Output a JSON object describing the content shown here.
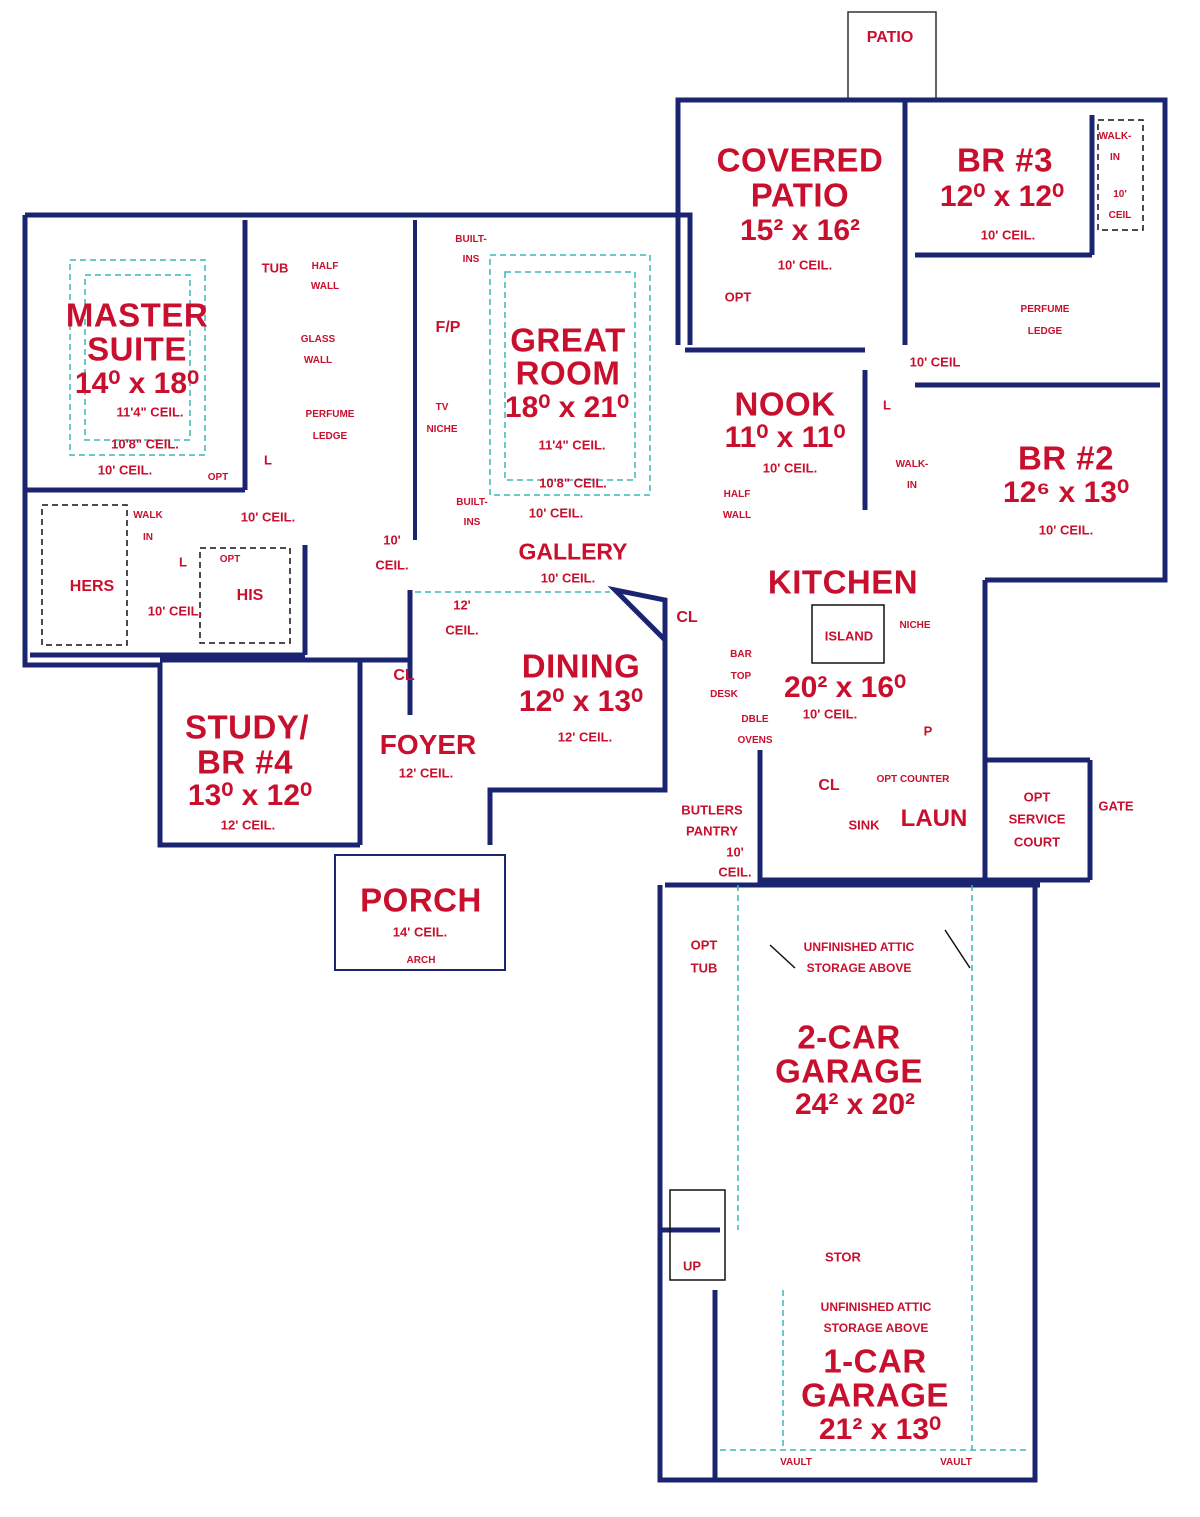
{
  "colors": {
    "wall": "#1b2470",
    "label": "#c8102e",
    "ceiling_guide": "#3fb6b6"
  },
  "rooms": {
    "patio": {
      "name": "PATIO"
    },
    "covered_patio": {
      "name_1": "COVERED",
      "name_2": "PATIO",
      "dims": "15² x 16²",
      "ceil": "10' CEIL.",
      "opt": "OPT"
    },
    "br3": {
      "name": "BR #3",
      "dims": "12⁰ x 12⁰",
      "ceil": "10' CEIL.",
      "walkin_1": "WALK-",
      "walkin_2": "IN",
      "walkin_ceil_1": "10'",
      "walkin_ceil_2": "CEIL",
      "perfume_1": "PERFUME",
      "perfume_2": "LEDGE",
      "hall_ceil": "10' CEIL"
    },
    "master": {
      "name_1": "MASTER",
      "name_2": "SUITE",
      "dims": "14⁰ x 18⁰",
      "ceil_1": "11'4\" CEIL.",
      "ceil_2": "10'8\" CEIL.",
      "ceil_3": "10' CEIL.",
      "opt": "OPT"
    },
    "master_bath": {
      "tub": "TUB",
      "half_wall_1": "HALF",
      "half_wall_2": "WALL",
      "glass_wall_1": "GLASS",
      "glass_wall_2": "WALL",
      "perfume_1": "PERFUME",
      "perfume_2": "LEDGE",
      "linen": "L",
      "ceil": "10' CEIL."
    },
    "great_room": {
      "name_1": "GREAT",
      "name_2": "ROOM",
      "dims": "18⁰ x 21⁰",
      "ceil_1": "11'4\" CEIL.",
      "ceil_2": "10'8\" CEIL.",
      "ceil_3": "10' CEIL.",
      "builtins_top_1": "BUILT-",
      "builtins_top_2": "INS",
      "fireplace": "F/P",
      "tv_1": "TV",
      "tv_2": "NICHE",
      "builtins_bottom_1": "BUILT-",
      "builtins_bottom_2": "INS"
    },
    "nook": {
      "name": "NOOK",
      "dims": "11⁰ x 11⁰",
      "ceil": "10' CEIL.",
      "half_wall_1": "HALF",
      "half_wall_2": "WALL"
    },
    "br2": {
      "name": "BR #2",
      "dims": "12⁶ x 13⁰",
      "ceil": "10' CEIL.",
      "linen": "L",
      "walkin_1": "WALK-",
      "walkin_2": "IN"
    },
    "closets": {
      "walkin_1": "WALK",
      "walkin_2": "IN",
      "linen": "L",
      "opt": "OPT",
      "hers": "HERS",
      "his": "HIS",
      "ceil": "10' CEIL."
    },
    "hall": {
      "ceil_1": "10'",
      "ceil_2": "CEIL."
    },
    "gallery": {
      "name": "GALLERY",
      "ceil": "10' CEIL.",
      "ceil12_1": "12'",
      "ceil12_2": "CEIL."
    },
    "kitchen": {
      "name": "KITCHEN",
      "island": "ISLAND",
      "niche": "NICHE",
      "bar_1": "BAR",
      "bar_2": "TOP",
      "desk": "DESK",
      "dims": "20² x 16⁰",
      "ceil": "10' CEIL.",
      "ovens_1": "DBLE",
      "ovens_2": "OVENS",
      "pantry": "P",
      "closet": "CL"
    },
    "dining": {
      "name": "DINING",
      "dims": "12⁰ x 13⁰",
      "ceil": "12' CEIL."
    },
    "study": {
      "name_1": "STUDY/",
      "name_2": "BR #4",
      "dims": "13⁰ x 12⁰",
      "ceil": "12' CEIL.",
      "closet": "CL"
    },
    "foyer": {
      "name": "FOYER",
      "ceil": "12' CEIL."
    },
    "laundry": {
      "name": "LAUN",
      "counter": "OPT COUNTER",
      "closet": "CL",
      "sink": "SINK"
    },
    "service_court": {
      "name_1": "OPT",
      "name_2": "SERVICE",
      "name_3": "COURT",
      "gate": "GATE"
    },
    "butlers": {
      "name_1": "BUTLERS",
      "name_2": "PANTRY",
      "ceil_1": "10'",
      "ceil_2": "CEIL."
    },
    "porch": {
      "name": "PORCH",
      "ceil": "14' CEIL.",
      "arch": "ARCH"
    },
    "garage2": {
      "opt_tub_1": "OPT",
      "opt_tub_2": "TUB",
      "attic_1": "UNFINISHED ATTIC",
      "attic_2": "STORAGE ABOVE",
      "name_1": "2-CAR",
      "name_2": "GARAGE",
      "dims": "24² x 20²",
      "up": "UP",
      "stor": "STOR"
    },
    "garage1": {
      "attic_1": "UNFINISHED ATTIC",
      "attic_2": "STORAGE ABOVE",
      "name_1": "1-CAR",
      "name_2": "GARAGE",
      "dims": "21² x 13⁰",
      "vault_1": "VAULT",
      "vault_2": "VAULT"
    }
  }
}
